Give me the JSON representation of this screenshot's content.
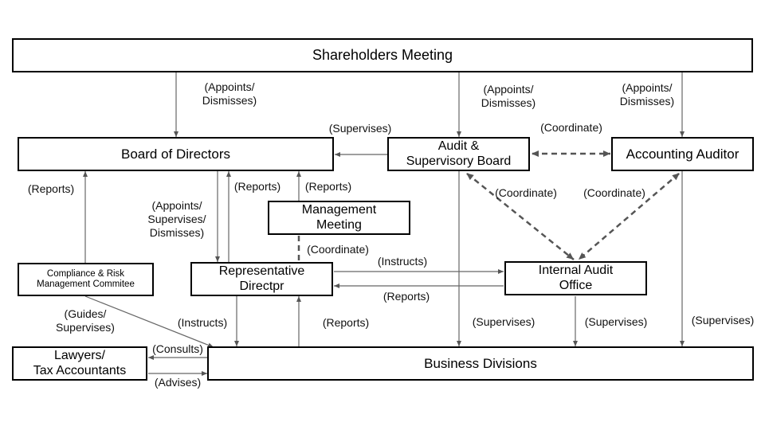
{
  "boxes": {
    "shareholders": "Shareholders Meeting",
    "board": "Board of Directors",
    "audit_board": "Audit &\nSupervisory Board",
    "accounting_auditor": "Accounting Auditor",
    "management_meeting": "Management\nMeeting",
    "compliance": "Compliance & Risk\nManagement Commitee",
    "rep_director": "Representative\nDirectpr",
    "internal_audit": "Internal Audit\nOffice",
    "lawyers": "Lawyers/\nTax Accountants",
    "business": "Business Divisions"
  },
  "labels": {
    "appoints_board": "(Appoints/\nDismisses)",
    "appoints_audit": "(Appoints/\nDismisses)",
    "appoints_accounting": "(Appoints/\nDismisses)",
    "supervises_board": "(Supervises)",
    "coordinate_top": "(Coordinate)",
    "reports_compliance": "(Reports)",
    "appoints_rep": "(Appoints/\nSupervises/\nDismisses)",
    "reports_rep": "(Reports)",
    "reports_mgmt": "(Reports)",
    "coordinate_left": "(Coordinate)",
    "coordinate_right": "(Coordinate)",
    "coordinate_mgmt": "(Coordinate)",
    "instructs_ia": "(Instructs)",
    "reports_ia": "(Reports)",
    "guides": "(Guides/\nSupervises)",
    "instructs_bd": "(Instructs)",
    "reports_bd": "(Reports)",
    "supervises_audit": "(Supervises)",
    "supervises_ia": "(Supervises)",
    "supervises_accounting": "(Supervises)",
    "consults": "(Consults)",
    "advises": "(Advises)"
  }
}
